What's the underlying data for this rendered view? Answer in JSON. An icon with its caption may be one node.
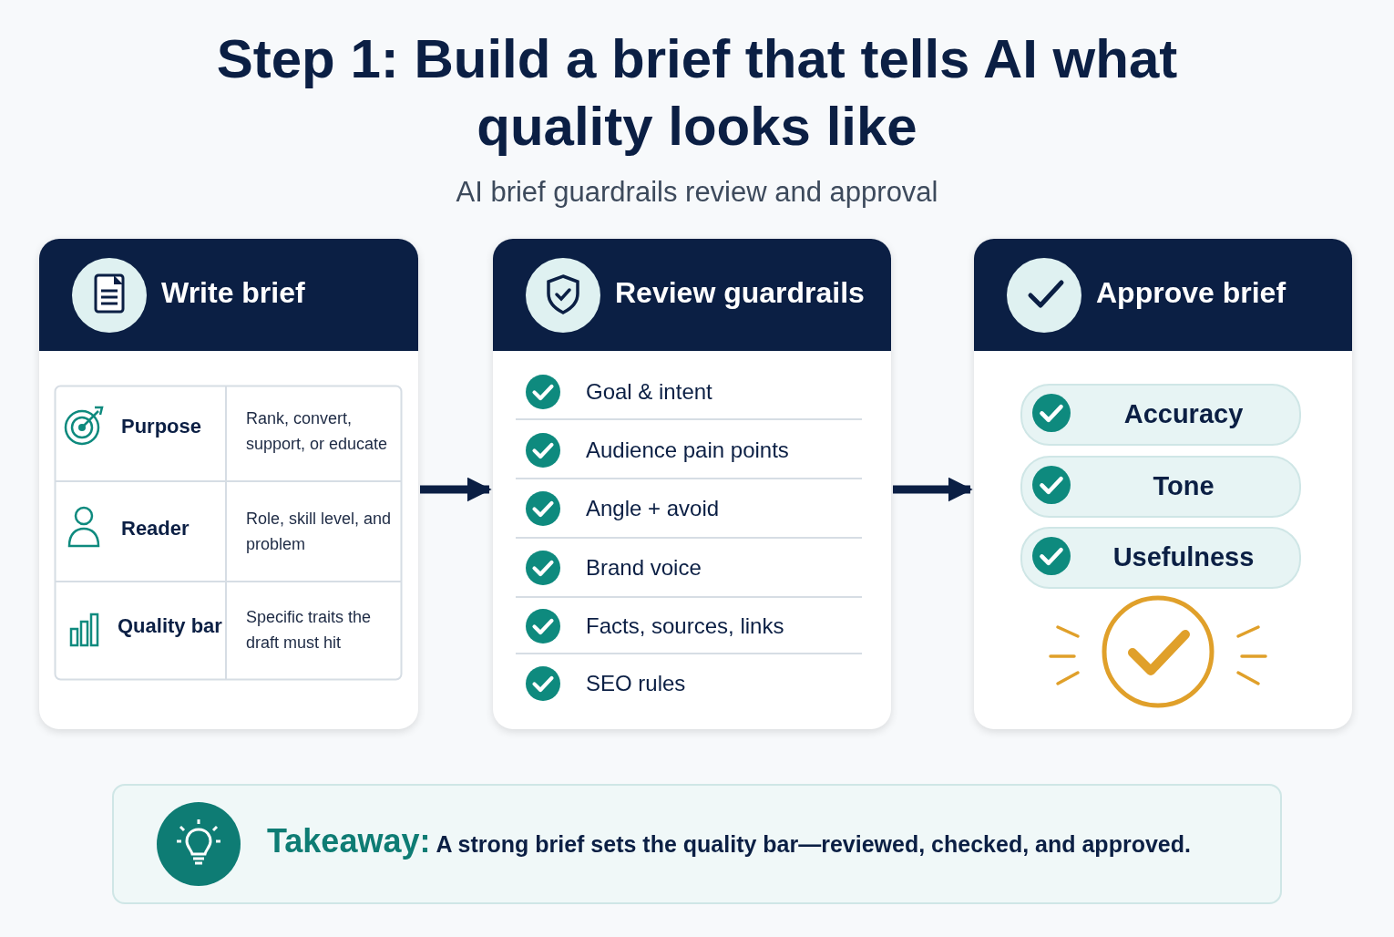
{
  "diagram": {
    "title": "Step 1: Build a brief that tells AI what quality looks like",
    "nodes": [
      {
        "text": [
          "Write brief"
        ]
      },
      {
        "text": [
          "Review guardrails"
        ]
      },
      {
        "text": [
          "Approve brief"
        ]
      },
      {
        "text": [
          "Accuracy"
        ],
        "in": 2
      },
      {
        "text": [
          "Tone"
        ],
        "in": 2
      },
      {
        "text": [
          "Usefulness"
        ],
        "in": 2
      },
      {
        "text": [
          "Takeaway:",
          "A strong brief sets the quality bar—reviewed, checked, and approved."
        ]
      }
    ],
    "edges": [
      {
        "from": 0,
        "to": 1,
        "arrow": "to"
      },
      {
        "from": 1,
        "to": 2,
        "arrow": "to"
      }
    ],
    "labels": [
      "AI brief guardrails review and approval",
      "Purpose",
      "Rank, convert, support, or educate",
      "Reader",
      "Role, skill level, and problem",
      "Quality bar",
      "Specific traits the draft must hit",
      "Goal & intent",
      "Audience pain points",
      "Angle + avoid",
      "Brand voice",
      "Facts, sources, links",
      "SEO rules"
    ]
  }
}
